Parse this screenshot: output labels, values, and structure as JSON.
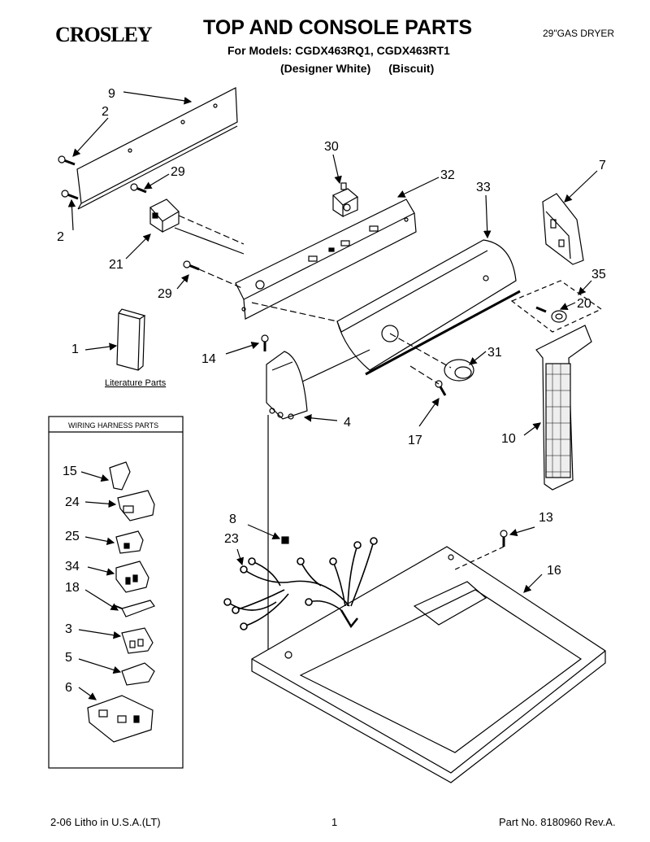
{
  "header": {
    "brand": "CROSLEY",
    "title": "TOP AND CONSOLE PARTS",
    "models_line": "For Models: CGDX463RQ1, CGDX463RT1",
    "variant_white": "(Designer White)",
    "variant_biscuit": "(Biscuit)",
    "product": "29\"GAS DRYER"
  },
  "callouts": {
    "c1": "1",
    "c2a": "2",
    "c2b": "2",
    "c3": "3",
    "c4": "4",
    "c5": "5",
    "c6": "6",
    "c7": "7",
    "c8": "8",
    "c9": "9",
    "c10": "10",
    "c13": "13",
    "c14": "14",
    "c15": "15",
    "c16": "16",
    "c17": "17",
    "c18": "18",
    "c20": "20",
    "c21": "21",
    "c23": "23",
    "c24": "24",
    "c25": "25",
    "c29a": "29",
    "c29b": "29",
    "c30": "30",
    "c31": "31",
    "c32": "32",
    "c33": "33",
    "c34": "34",
    "c35": "35"
  },
  "literature": {
    "label": "Literature Parts"
  },
  "wiring_box": {
    "title": "WIRING HARNESS PARTS"
  },
  "footer": {
    "litho": "2-06 Litho in U.S.A.(LT)",
    "page": "1",
    "part_no": "Part No. 8180960 Rev.A."
  },
  "colors": {
    "ink": "#000000",
    "paper": "#ffffff",
    "shade": "#d9d9d9"
  }
}
